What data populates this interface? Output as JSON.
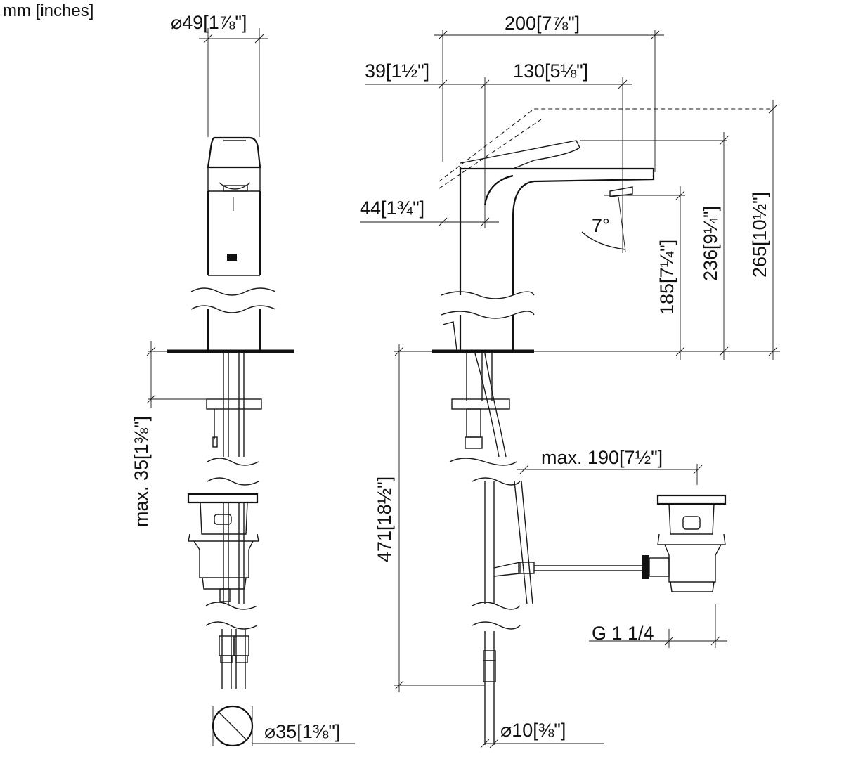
{
  "units_label": "mm [inches]",
  "dimensions": {
    "top_diameter": "⌀49[1⅞\"]",
    "overall_width": "200[7⅞\"]",
    "offset": "39[1½\"]",
    "spout_reach": "130[5⅛\"]",
    "body_thickness": "44[1¾\"]",
    "spout_angle": "7°",
    "spout_height": "185[7¼\"]",
    "handle_height": "236[9¼\"]",
    "overall_height": "265[10½\"]",
    "counter_thickness": "max. 35[1⅜\"]",
    "drain_depth": "471[18½\"]",
    "rod_length": "max. 190[7½\"]",
    "thread": "G 1 1/4",
    "bottom_diameter": "⌀35[1⅜\"]",
    "hose_diameter": "⌀10[⅜\"]"
  }
}
